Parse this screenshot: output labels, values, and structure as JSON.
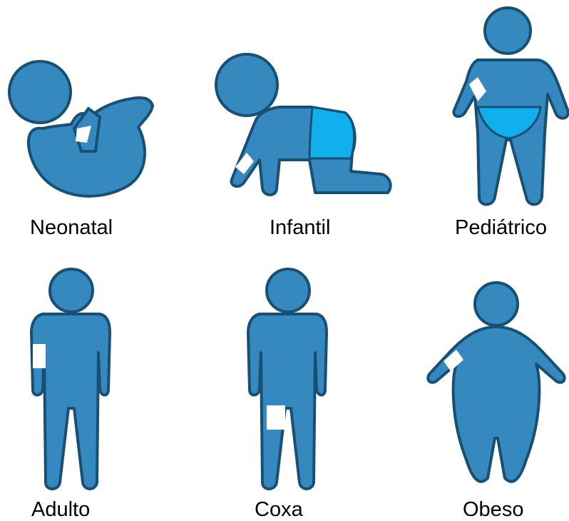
{
  "figures": [
    {
      "id": "neonatal",
      "label": "Neonatal"
    },
    {
      "id": "infantil",
      "label": "Infantil"
    },
    {
      "id": "pediatrico",
      "label": "Pediátrico"
    },
    {
      "id": "adulto",
      "label": "Adulto"
    },
    {
      "id": "coxa",
      "label": "Coxa"
    },
    {
      "id": "obeso",
      "label": "Obeso"
    }
  ],
  "colors": {
    "body": "#3589bf",
    "outline": "#175074",
    "diaper": "#10b0ec",
    "cuff": "#ffffff",
    "text": "#000000"
  }
}
